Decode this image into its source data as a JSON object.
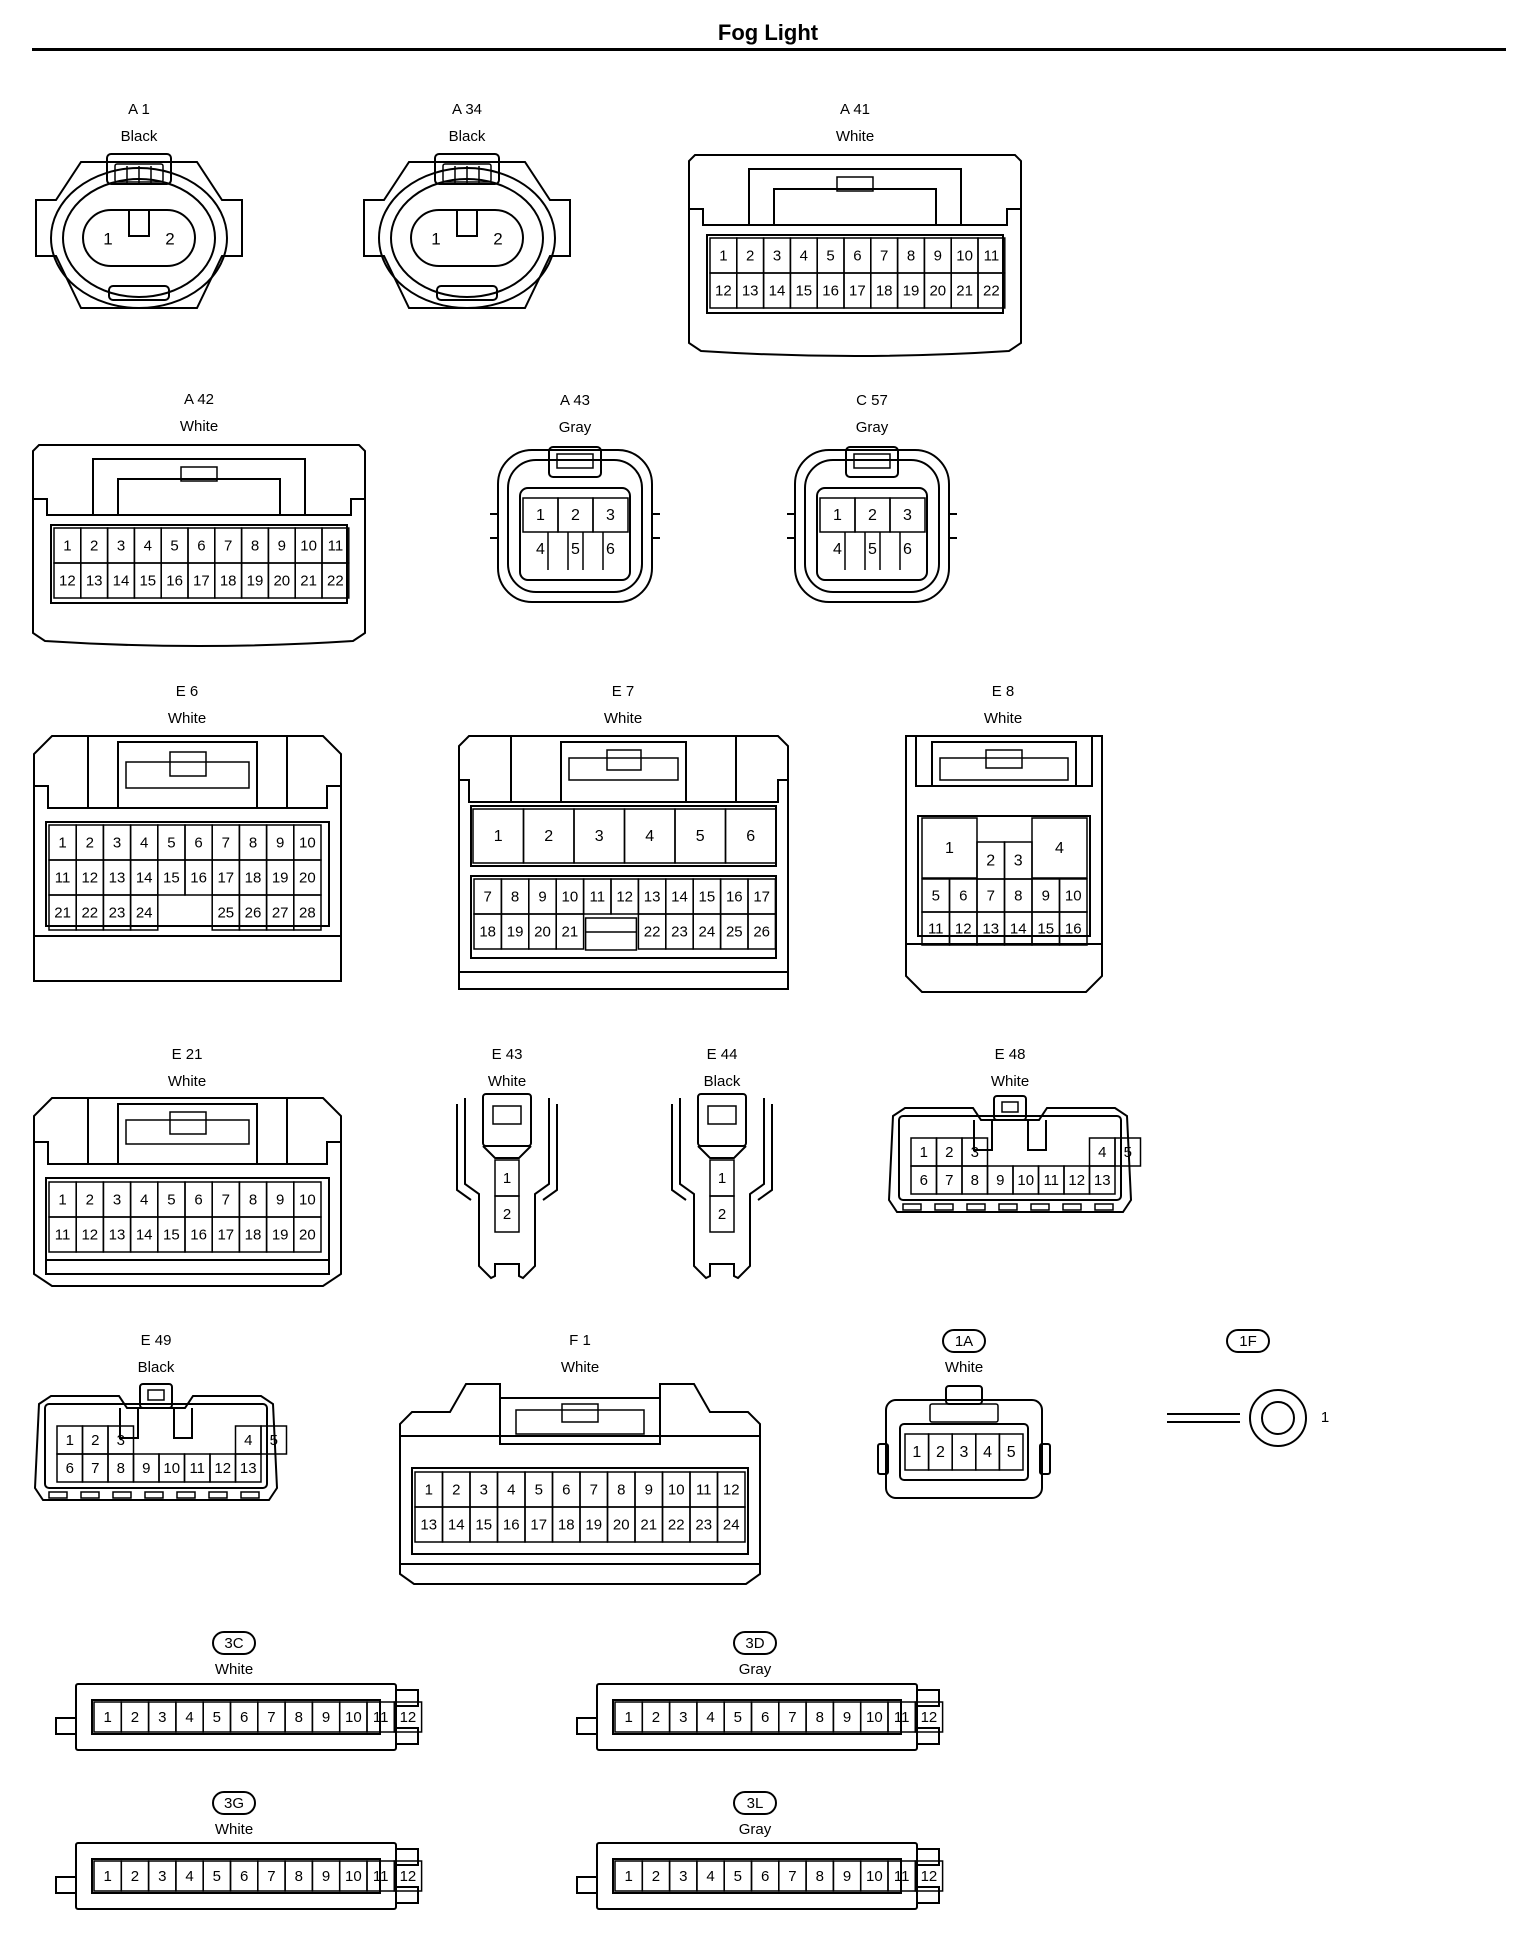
{
  "page": {
    "title": "Fog Light"
  },
  "connectors": [
    {
      "id": "A1",
      "name": "A 1",
      "color": "Black",
      "pins": [
        "1",
        "2"
      ]
    },
    {
      "id": "A34",
      "name": "A 34",
      "color": "Black",
      "pins": [
        "1",
        "2"
      ]
    },
    {
      "id": "A41",
      "name": "A 41",
      "color": "White",
      "pins": [
        "1",
        "2",
        "3",
        "4",
        "5",
        "6",
        "7",
        "8",
        "9",
        "10",
        "11",
        "12",
        "13",
        "14",
        "15",
        "16",
        "17",
        "18",
        "19",
        "20",
        "21",
        "22"
      ]
    },
    {
      "id": "A42",
      "name": "A 42",
      "color": "White",
      "pins": [
        "1",
        "2",
        "3",
        "4",
        "5",
        "6",
        "7",
        "8",
        "9",
        "10",
        "11",
        "12",
        "13",
        "14",
        "15",
        "16",
        "17",
        "18",
        "19",
        "20",
        "21",
        "22"
      ]
    },
    {
      "id": "A43",
      "name": "A 43",
      "color": "Gray",
      "pins": [
        "1",
        "2",
        "3",
        "4",
        "5",
        "6"
      ]
    },
    {
      "id": "C57",
      "name": "C 57",
      "color": "Gray",
      "pins": [
        "1",
        "2",
        "3",
        "4",
        "5",
        "6"
      ]
    },
    {
      "id": "E6",
      "name": "E 6",
      "color": "White",
      "pins": [
        "1",
        "2",
        "3",
        "4",
        "5",
        "6",
        "7",
        "8",
        "9",
        "10",
        "11",
        "12",
        "13",
        "14",
        "15",
        "16",
        "17",
        "18",
        "19",
        "20",
        "21",
        "22",
        "23",
        "24",
        "25",
        "26",
        "27",
        "28"
      ]
    },
    {
      "id": "E7",
      "name": "E 7",
      "color": "White",
      "pins": [
        "1",
        "2",
        "3",
        "4",
        "5",
        "6",
        "7",
        "8",
        "9",
        "10",
        "11",
        "12",
        "13",
        "14",
        "15",
        "16",
        "17",
        "18",
        "19",
        "20",
        "21",
        "22",
        "23",
        "24",
        "25",
        "26"
      ]
    },
    {
      "id": "E8",
      "name": "E 8",
      "color": "White",
      "pins": [
        "1",
        "2",
        "3",
        "4",
        "5",
        "6",
        "7",
        "8",
        "9",
        "10",
        "11",
        "12",
        "13",
        "14",
        "15",
        "16"
      ]
    },
    {
      "id": "E21",
      "name": "E 21",
      "color": "White",
      "pins": [
        "1",
        "2",
        "3",
        "4",
        "5",
        "6",
        "7",
        "8",
        "9",
        "10",
        "11",
        "12",
        "13",
        "14",
        "15",
        "16",
        "17",
        "18",
        "19",
        "20"
      ]
    },
    {
      "id": "E43",
      "name": "E 43",
      "color": "White",
      "pins": [
        "1",
        "2"
      ]
    },
    {
      "id": "E44",
      "name": "E 44",
      "color": "Black",
      "pins": [
        "1",
        "2"
      ]
    },
    {
      "id": "E48",
      "name": "E 48",
      "color": "White",
      "pins": [
        "1",
        "2",
        "3",
        "4",
        "5",
        "6",
        "7",
        "8",
        "9",
        "10",
        "11",
        "12",
        "13"
      ]
    },
    {
      "id": "E49",
      "name": "E 49",
      "color": "Black",
      "pins": [
        "1",
        "2",
        "3",
        "4",
        "5",
        "6",
        "7",
        "8",
        "9",
        "10",
        "11",
        "12",
        "13"
      ]
    },
    {
      "id": "F1",
      "name": "F 1",
      "color": "White",
      "pins": [
        "1",
        "2",
        "3",
        "4",
        "5",
        "6",
        "7",
        "8",
        "9",
        "10",
        "11",
        "12",
        "13",
        "14",
        "15",
        "16",
        "17",
        "18",
        "19",
        "20",
        "21",
        "22",
        "23",
        "24"
      ]
    },
    {
      "id": "1A",
      "name": "1A",
      "color": "White",
      "pins": [
        "1",
        "2",
        "3",
        "4",
        "5"
      ]
    },
    {
      "id": "1F",
      "name": "1F",
      "color": "",
      "pins": [
        "1"
      ]
    },
    {
      "id": "3C",
      "name": "3C",
      "color": "White",
      "pins": [
        "1",
        "2",
        "3",
        "4",
        "5",
        "6",
        "7",
        "8",
        "9",
        "10",
        "11",
        "12"
      ]
    },
    {
      "id": "3D",
      "name": "3D",
      "color": "Gray",
      "pins": [
        "1",
        "2",
        "3",
        "4",
        "5",
        "6",
        "7",
        "8",
        "9",
        "10",
        "11",
        "12"
      ]
    },
    {
      "id": "3G",
      "name": "3G",
      "color": "White",
      "pins": [
        "1",
        "2",
        "3",
        "4",
        "5",
        "6",
        "7",
        "8",
        "9",
        "10",
        "11",
        "12"
      ]
    },
    {
      "id": "3L",
      "name": "3L",
      "color": "Gray",
      "pins": [
        "1",
        "2",
        "3",
        "4",
        "5",
        "6",
        "7",
        "8",
        "9",
        "10",
        "11",
        "12"
      ]
    }
  ]
}
